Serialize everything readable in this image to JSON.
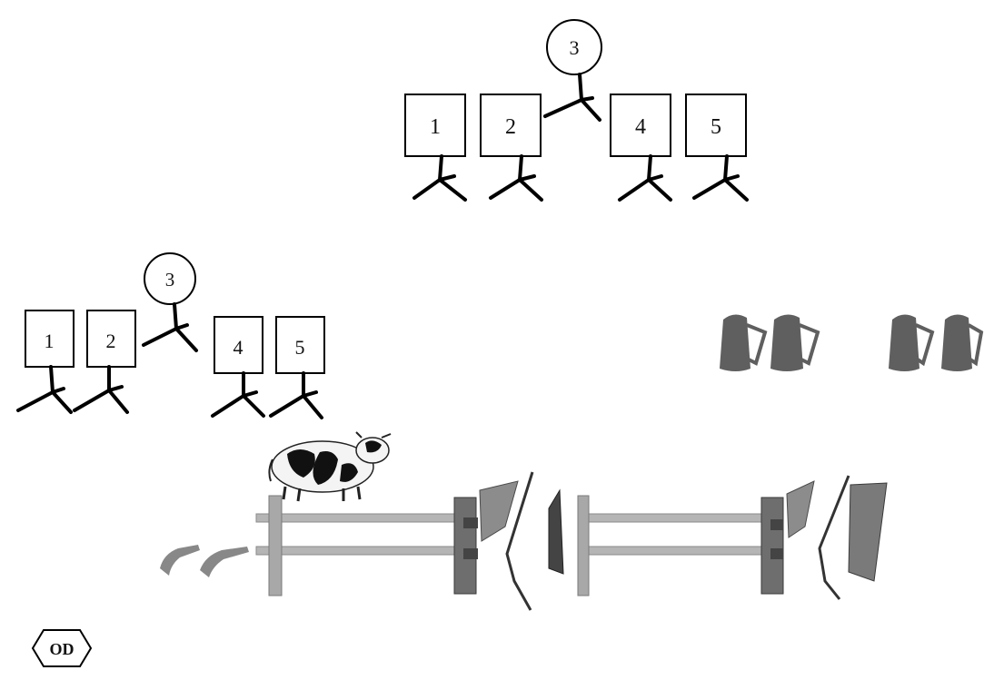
{
  "top_group": {
    "player_labels": [
      "1",
      "2",
      "4",
      "5"
    ],
    "circle_label": "3"
  },
  "bottom_group": {
    "player_labels": [
      "1",
      "2",
      "4",
      "5"
    ],
    "circle_label": "3"
  },
  "od_badge": {
    "label": "OD"
  },
  "colors": {
    "ink": "#000000",
    "fence": "#9a9a9a",
    "cup": "#5f5f5f"
  }
}
